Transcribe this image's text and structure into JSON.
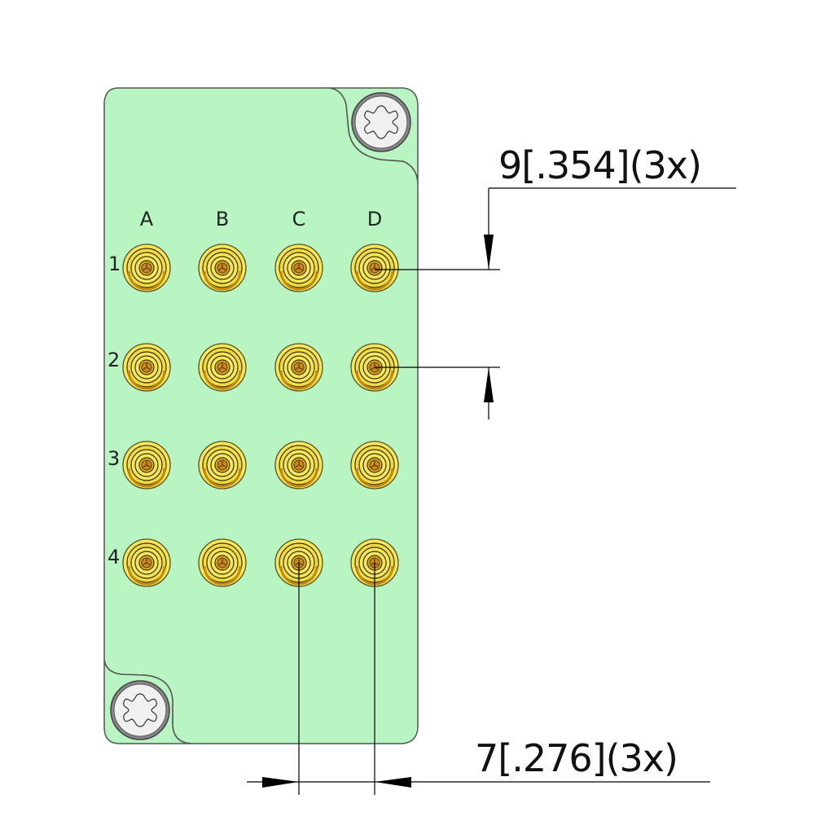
{
  "drawing": {
    "part": "connector-panel",
    "panel_color": "#b9f5c2",
    "contact_color": "#f5e65a",
    "contact_ring_color": "#d9a514",
    "columns": [
      "A",
      "B",
      "C",
      "D"
    ],
    "rows": [
      "1",
      "2",
      "3",
      "4"
    ],
    "grid_rows": 4,
    "grid_cols": 4
  },
  "dimensions": {
    "vertical_pitch": "9[.354](3x)",
    "horizontal_pitch": "7[.276](3x)"
  },
  "screws": [
    {
      "position": "top-right",
      "type": "torx"
    },
    {
      "position": "bottom-left",
      "type": "torx"
    }
  ]
}
